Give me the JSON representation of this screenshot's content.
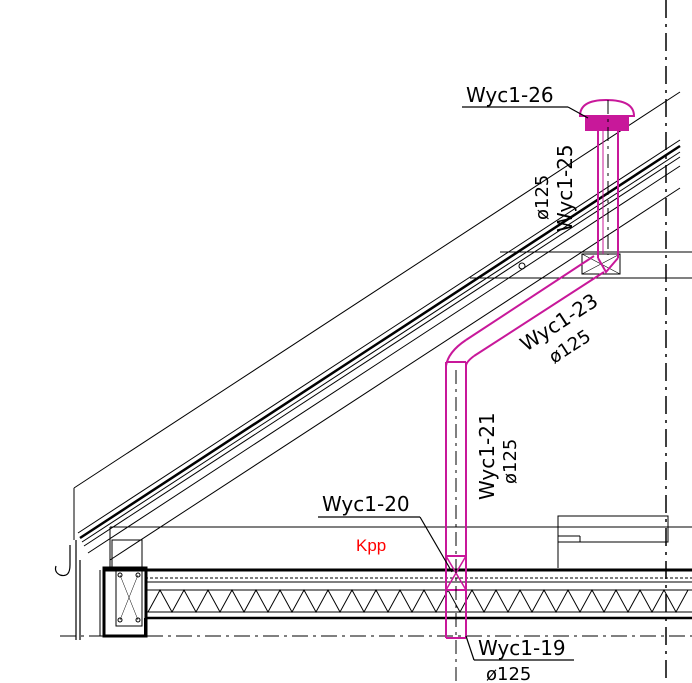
{
  "colors": {
    "duct": "#c8189a",
    "line": "#000000",
    "accent": "#ff0000",
    "background": "#ffffff"
  },
  "labels": {
    "wyc_26": "Wyc1-26",
    "wyc_25": "Wyc1-25",
    "dia_25": "ø125",
    "wyc_23": "Wyc1-23",
    "dia_23": "ø125",
    "wyc_21": "Wyc1-21",
    "dia_21": "ø125",
    "wyc_20": "Wyc1-20",
    "kpp": "Kpp",
    "wyc_19": "Wyc1-19",
    "dia_19": "ø125"
  }
}
